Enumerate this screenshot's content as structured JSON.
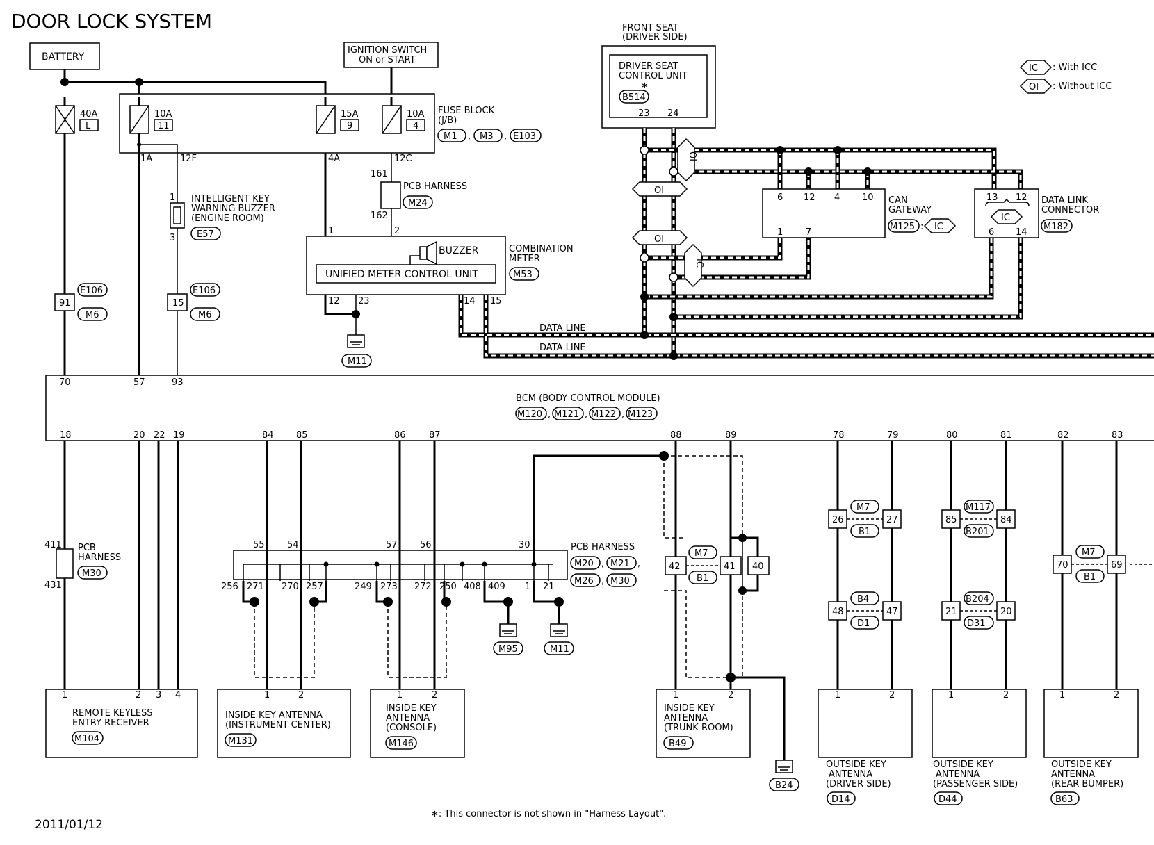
{
  "title": "DOOR LOCK SYSTEM",
  "date": "2011/01/12",
  "footnote": "∗: This connector is not shown in \"Harness Layout\".",
  "legend": {
    "ic_symbol": "IC",
    "ic_label": ": With ICC",
    "oi_symbol": "OI",
    "oi_label": ": Without ICC"
  },
  "battery": "BATTERY",
  "ignition": [
    "IGNITION SWITCH",
    "ON or START"
  ],
  "fuses": [
    {
      "amp": "40A",
      "tag": "L"
    },
    {
      "amp": "10A",
      "tag": "11"
    },
    {
      "amp": "15A",
      "tag": "9"
    },
    {
      "amp": "10A",
      "tag": "4"
    }
  ],
  "fuse_block": {
    "label": [
      "FUSE BLOCK",
      "(J/B)"
    ],
    "connectors": [
      "M1",
      "M3",
      "E103"
    ],
    "pins": [
      "1A",
      "12F",
      "4A",
      "12C"
    ]
  },
  "pcb_harness_top": {
    "label": "PCB HARNESS",
    "connector": "M24",
    "pins": [
      "161",
      "162"
    ]
  },
  "buzzer": {
    "label": [
      "INTELLIGENT KEY",
      "WARNING BUZZER",
      "(ENGINE ROOM)"
    ],
    "connector": "E57",
    "pins": [
      "1",
      "3"
    ]
  },
  "inline_left": [
    {
      "pin": "91",
      "conns": [
        "E106",
        "M6"
      ]
    },
    {
      "pin": "15",
      "conns": [
        "E106",
        "M6"
      ]
    }
  ],
  "combination_meter": {
    "label": [
      "COMBINATION",
      "METER"
    ],
    "connector": "M53",
    "unit": "UNIFIED METER CONTROL UNIT",
    "buzzer": "BUZZER",
    "pins_top": [
      "1",
      "2"
    ],
    "pins_bottom": [
      "12",
      "23",
      "14",
      "15"
    ]
  },
  "ground_m11a": "M11",
  "front_seat": {
    "label": [
      "FRONT SEAT",
      "(DRIVER SIDE)"
    ],
    "unit": [
      "DRIVER SEAT",
      "CONTROL UNIT"
    ],
    "connector": "B514",
    "star": "∗",
    "pins": [
      "23",
      "24"
    ]
  },
  "can_gateway": {
    "label": [
      "CAN",
      "GATEWAY"
    ],
    "connector": "M125",
    "variant": "IC",
    "pins_top": [
      "6",
      "12",
      "4",
      "10"
    ],
    "pins_bottom": [
      "1",
      "7"
    ]
  },
  "data_link": {
    "label": [
      "DATA LINK",
      "CONNECTOR"
    ],
    "connector": "M182",
    "variant": "IC",
    "pins_top": [
      "13",
      "12"
    ],
    "pins_bottom": [
      "6",
      "14"
    ]
  },
  "data_line": "DATA LINE",
  "bcm": {
    "label": "BCM (BODY CONTROL MODULE)",
    "connectors": [
      "M120",
      "M121",
      "M122",
      "M123"
    ],
    "top_pins": [
      "70",
      "57",
      "93"
    ],
    "bottom_pins": [
      "18",
      "20",
      "22",
      "19",
      "84",
      "85",
      "86",
      "87",
      "88",
      "89",
      "78",
      "79",
      "80",
      "81",
      "82",
      "83"
    ]
  },
  "pcb_harness_left": {
    "label": [
      "PCB",
      "HARNESS"
    ],
    "connector": "M30",
    "pins": [
      "411",
      "431"
    ]
  },
  "pcb_harness_mid": {
    "label": "PCB HARNESS",
    "connectors": [
      "M20",
      "M21",
      "M26",
      "M30"
    ],
    "top_pins": [
      "55",
      "54",
      "57",
      "56",
      "30"
    ],
    "bottom_pins": [
      "256",
      "271",
      "270",
      "257",
      "249",
      "273",
      "272",
      "250",
      "408",
      "409",
      "1",
      "21"
    ]
  },
  "grounds_mid": [
    "M95",
    "M11"
  ],
  "trunk_inline": {
    "pins": [
      "42",
      "41",
      "40"
    ],
    "conns": [
      "M7",
      "B1"
    ]
  },
  "ground_b24": "B24",
  "inline_right": [
    {
      "pins": [
        "26",
        "27"
      ],
      "conns": [
        "M7",
        "B1"
      ]
    },
    {
      "pins": [
        "48",
        "47"
      ],
      "conns": [
        "B4",
        "D1"
      ]
    },
    {
      "pins": [
        "85",
        "84"
      ],
      "conns": [
        "M117",
        "B201"
      ]
    },
    {
      "pins": [
        "21",
        "20"
      ],
      "conns": [
        "B204",
        "D31"
      ]
    },
    {
      "pins": [
        "70",
        "69"
      ],
      "conns": [
        "M7",
        "B1"
      ]
    }
  ],
  "components": [
    {
      "label": [
        "REMOTE KEYLESS",
        "ENTRY RECEIVER"
      ],
      "connector": "M104",
      "pins": [
        "1",
        "2",
        "3",
        "4"
      ]
    },
    {
      "label": [
        "INSIDE KEY ANTENNA",
        "(INSTRUMENT CENTER)"
      ],
      "connector": "M131",
      "pins": [
        "1",
        "2"
      ]
    },
    {
      "label": [
        "INSIDE KEY",
        "ANTENNA",
        "(CONSOLE)"
      ],
      "connector": "M146",
      "pins": [
        "1",
        "2"
      ]
    },
    {
      "label": [
        "INSIDE KEY",
        "ANTENNA",
        "(TRUNK ROOM)"
      ],
      "connector": "B49",
      "pins": [
        "1",
        "2"
      ]
    },
    {
      "label": [
        "OUTSIDE KEY",
        "ANTENNA",
        "(DRIVER SIDE)"
      ],
      "connector": "D14",
      "pins": [
        "1",
        "2"
      ]
    },
    {
      "label": [
        "OUTSIDE KEY",
        "ANTENNA",
        "(PASSENGER SIDE)"
      ],
      "connector": "D44",
      "pins": [
        "1",
        "2"
      ]
    },
    {
      "label": [
        "OUTSIDE KEY",
        "ANTENNA",
        "(REAR BUMPER)"
      ],
      "connector": "B63",
      "pins": [
        "1",
        "2"
      ]
    }
  ]
}
